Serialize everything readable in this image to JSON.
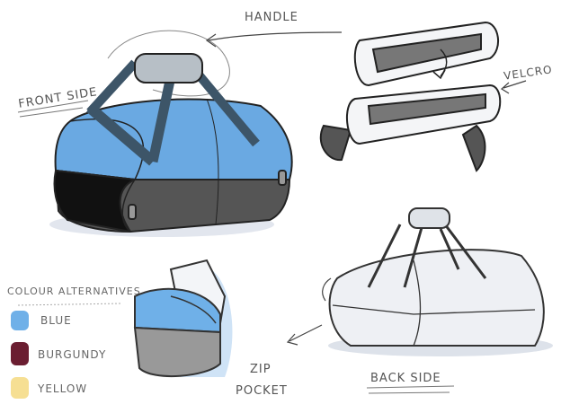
{
  "annotations": {
    "handle": "HANDLE",
    "front_side": "FRONT SIDE",
    "velcro": "VELCRO",
    "zip": "ZIP",
    "pocket": "POCKET",
    "back_side": "BACK SIDE"
  },
  "colour_alternatives": {
    "title": "COLOUR ALTERNATIVES",
    "items": [
      {
        "label": "BLUE",
        "color": "#6fb0e8"
      },
      {
        "label": "BURGUNDY",
        "color": "#6b1e31"
      },
      {
        "label": "YELLOW",
        "color": "#f6df93"
      }
    ]
  },
  "colors": {
    "bag_blue": "#6aa9e2",
    "bag_dark": "#4a4a4a",
    "strap": "#3d5568",
    "handle_grey": "#b7bfc6"
  }
}
